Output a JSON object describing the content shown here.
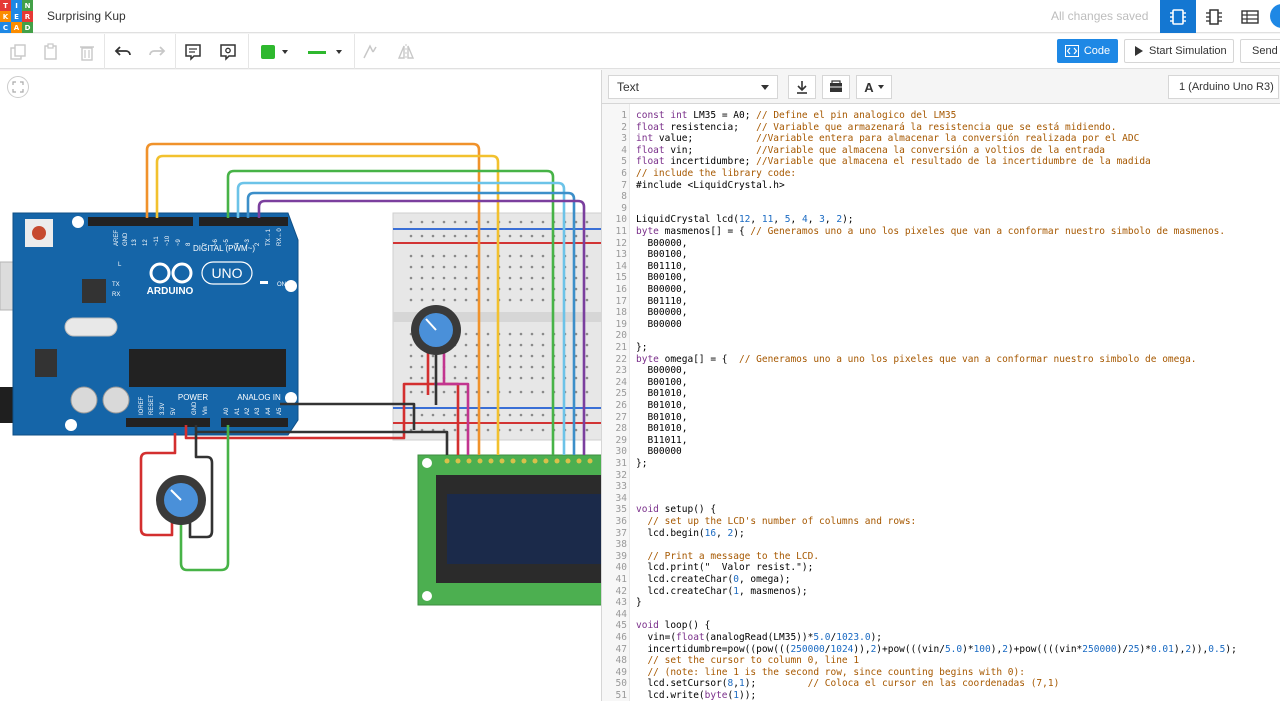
{
  "app": {
    "logo_letters": [
      "T",
      "I",
      "N",
      "K",
      "E",
      "R",
      "C",
      "A",
      "D"
    ],
    "project_title": "Surprising Kup",
    "save_status": "All changes saved",
    "views": [
      {
        "name": "circuit-view",
        "active": true
      },
      {
        "name": "schematic-view",
        "active": false
      },
      {
        "name": "component-list-view",
        "active": false
      }
    ]
  },
  "toolbar": {
    "code_label": "Code",
    "start_sim_label": "Start Simulation",
    "send_label": "Send To",
    "fill_color": "#2eb82e",
    "wire_color": "#2eb82e"
  },
  "editor": {
    "mode": "Text",
    "device": "1 (Arduino Uno R3)",
    "lines": [
      {
        "t": "const int LM35 = A0; ",
        "c": "// Define el pin analogico del LM35"
      },
      {
        "t": "float resistencia;   ",
        "c": "// Variable que armazenará la resistencia que se está midiendo."
      },
      {
        "t": "int value;           ",
        "c": "//Variable entera para almacenar la conversión realizada por el ADC"
      },
      {
        "t": "float vin;           ",
        "c": "//Variable que almacena la conversión a voltios de la entrada"
      },
      {
        "t": "float incertidumbre; ",
        "c": "//Variable que almacena el resultado de la incertidumbre de la madida"
      },
      {
        "t": "",
        "c": "// include the library code:"
      },
      {
        "t": "#include <LiquidCrystal.h>",
        "c": ""
      },
      {
        "t": "",
        "c": ""
      },
      {
        "t": "",
        "c": ""
      },
      {
        "t": "LiquidCrystal lcd(12, 11, 5, 4, 3, 2);",
        "c": ""
      },
      {
        "t": "byte masmenos[] = { ",
        "c": "// Generamos uno a uno los pixeles que van a conformar nuestro simbolo de masmenos."
      },
      {
        "t": "  B00000,",
        "c": ""
      },
      {
        "t": "  B00100,",
        "c": ""
      },
      {
        "t": "  B01110,",
        "c": ""
      },
      {
        "t": "  B00100,",
        "c": ""
      },
      {
        "t": "  B00000,",
        "c": ""
      },
      {
        "t": "  B01110,",
        "c": ""
      },
      {
        "t": "  B00000,",
        "c": ""
      },
      {
        "t": "  B00000",
        "c": ""
      },
      {
        "t": "",
        "c": ""
      },
      {
        "t": "};",
        "c": ""
      },
      {
        "t": "byte omega[] = {  ",
        "c": "// Generamos uno a uno los pixeles que van a conformar nuestro simbolo de omega."
      },
      {
        "t": "  B00000,",
        "c": ""
      },
      {
        "t": "  B00100,",
        "c": ""
      },
      {
        "t": "  B01010,",
        "c": ""
      },
      {
        "t": "  B01010,",
        "c": ""
      },
      {
        "t": "  B01010,",
        "c": ""
      },
      {
        "t": "  B01010,",
        "c": ""
      },
      {
        "t": "  B11011,",
        "c": ""
      },
      {
        "t": "  B00000",
        "c": ""
      },
      {
        "t": "};",
        "c": ""
      },
      {
        "t": "",
        "c": ""
      },
      {
        "t": "",
        "c": ""
      },
      {
        "t": "",
        "c": ""
      },
      {
        "t": "void setup() {",
        "c": ""
      },
      {
        "t": "  ",
        "c": "// set up the LCD's number of columns and rows:"
      },
      {
        "t": "  lcd.begin(16, 2);",
        "c": ""
      },
      {
        "t": "",
        "c": ""
      },
      {
        "t": "  ",
        "c": "// Print a message to the LCD."
      },
      {
        "t": "  lcd.print(\"  Valor resist.\");",
        "c": ""
      },
      {
        "t": "  lcd.createChar(0, omega);",
        "c": ""
      },
      {
        "t": "  lcd.createChar(1, masmenos);",
        "c": ""
      },
      {
        "t": "}",
        "c": ""
      },
      {
        "t": "",
        "c": ""
      },
      {
        "t": "void loop() {",
        "c": ""
      },
      {
        "t": "  vin=(float(analogRead(LM35))*5.0/1023.0);",
        "c": ""
      },
      {
        "t": "  incertidumbre=pow((pow(((250000/1024)),2)+pow(((vin/5.0)*100),2)+pow((((vin*250000)/25)*0.01),2)),0.5);",
        "c": ""
      },
      {
        "t": "  ",
        "c": "// set the cursor to column 0, line 1"
      },
      {
        "t": "  ",
        "c": "// (note: line 1 is the second row, since counting begins with 0):"
      },
      {
        "t": "  lcd.setCursor(8,1);         ",
        "c": "// Coloca el cursor en las coordenadas (7,1)"
      },
      {
        "t": "  lcd.write(byte(1));",
        "c": ""
      }
    ]
  },
  "circuit": {
    "board_labels": {
      "brand": "ARDUINO",
      "model": "UNO",
      "digital": "DIGITAL (PWM~)",
      "power": "POWER",
      "analog": "ANALOG IN",
      "on": "ON",
      "tx": "TX",
      "rx": "RX",
      "l": "L",
      "aref": "AREF",
      "gnd": "GND",
      "ioref": "IOREF",
      "reset": "RESET",
      "v33": "3.3V",
      "v5": "5V",
      "vin": "Vin",
      "digital_pins": [
        "13",
        "12",
        "~11",
        "~10",
        "~9",
        "8",
        "7",
        "~6",
        "~5",
        "4",
        "~3",
        "2",
        "TX→1",
        "RX←0"
      ],
      "analog_pins": [
        "A0",
        "A1",
        "A2",
        "A3",
        "A4",
        "A5"
      ]
    },
    "wire_colors": {
      "orange": "#f0922b",
      "yellow": "#f2c12e",
      "green": "#47b347",
      "light_blue": "#6cc3e8",
      "blue": "#3c8fc9",
      "purple": "#7b3f9e",
      "red": "#d32f2f",
      "black": "#333333",
      "magenta": "#c2358f"
    }
  }
}
